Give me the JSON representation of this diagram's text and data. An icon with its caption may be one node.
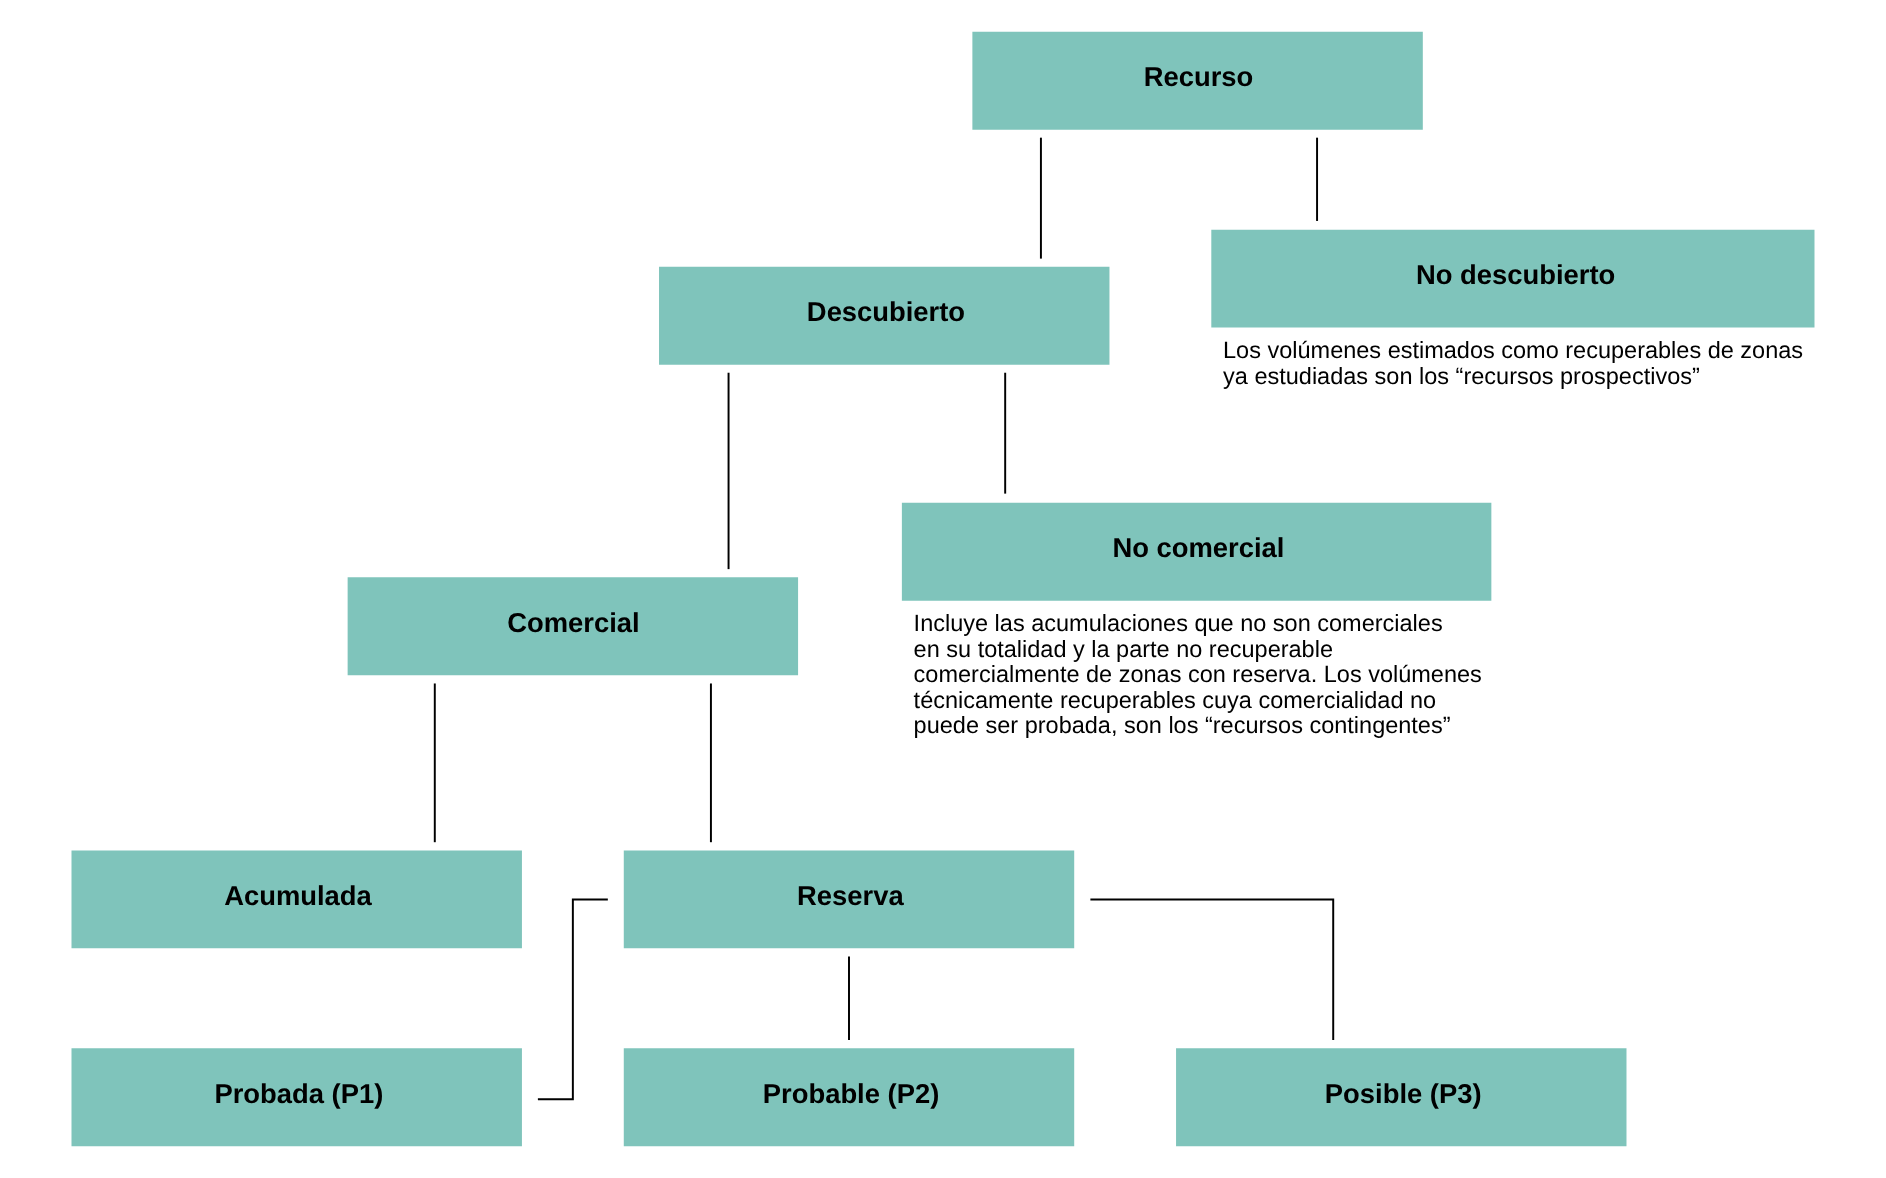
{
  "diagram": {
    "nodes": [
      {
        "text": [
          "Recurso"
        ]
      },
      {
        "text": [
          "Descubierto"
        ]
      },
      {
        "text": [
          "No descubierto"
        ],
        "beside": [
          "Los volúmenes estimados como recuperables de zonas ya estudiadas son los “recursos prospectivos”"
        ]
      },
      {
        "text": [
          "Comercial"
        ]
      },
      {
        "text": [
          "No comercial"
        ],
        "beside": [
          "Incluye las acumulaciones que no son comerciales en su totalidad y la parte no recuperable comercialmente de zonas con reserva. Los volúmenes técnicamente recuperables cuya comercialidad no puede ser probada, son los “recursos contingentes”"
        ]
      },
      {
        "text": [
          "Acumulada"
        ]
      },
      {
        "text": [
          "Reserva"
        ]
      },
      {
        "text": [
          "Probada (P1)"
        ]
      },
      {
        "text": [
          "Probable (P2)"
        ]
      },
      {
        "text": [
          "Posible (P3)"
        ]
      }
    ],
    "edges": [
      {
        "from": 0,
        "to": 1,
        "arrow": "none"
      },
      {
        "from": 0,
        "to": 2,
        "arrow": "none"
      },
      {
        "from": 1,
        "to": 3,
        "arrow": "none"
      },
      {
        "from": 1,
        "to": 4,
        "arrow": "none"
      },
      {
        "from": 3,
        "to": 5,
        "arrow": "none"
      },
      {
        "from": 3,
        "to": 6,
        "arrow": "none"
      },
      {
        "from": 6,
        "to": 7,
        "arrow": "none"
      },
      {
        "from": 6,
        "to": 8,
        "arrow": "none"
      },
      {
        "from": 6,
        "to": 9,
        "arrow": "none"
      }
    ]
  }
}
